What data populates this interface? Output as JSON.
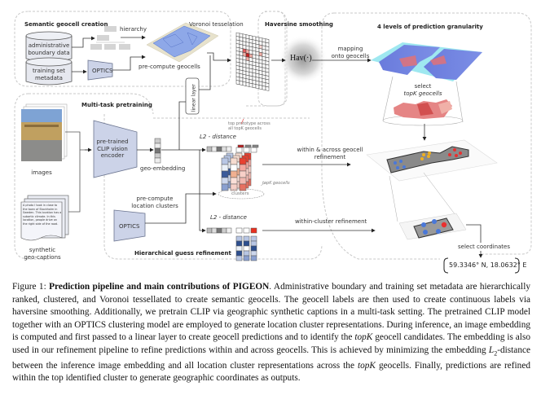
{
  "figure": {
    "sections": {
      "semantic_geocell": "Semantic geocell creation",
      "voronoi": "Voronoi tesselation",
      "haversine": "Haversine smoothing",
      "granularity": "4 levels of prediction granularity",
      "multitask": "Multi-task pretraining",
      "hierarchical": "Hierarchical guess refinement"
    },
    "labels": {
      "admin_data_1": "administrative",
      "admin_data_2": "boundary data",
      "training_meta_1": "training set",
      "training_meta_2": "metadata",
      "optics_top": "OPTICS",
      "hierarchy": "hierarchy",
      "precompute_geocells": "pre-compute geocells",
      "hav": "Hav(·)",
      "linear_layer": "linear layer",
      "mapping_1": "mapping",
      "mapping_2": "onto geocells",
      "select_topk_1": "select",
      "select_topk_2": "topK geocells",
      "images": "images",
      "synthetic_1": "synthetic",
      "synthetic_2": "geo-captions",
      "clip_1": "pre-trained",
      "clip_2": "CLIP vision",
      "clip_3": "encoder",
      "geo_embedding": "geo-embedding",
      "l2_distance_top": "L2 - distance",
      "l2_distance_bottom": "L2 - distance",
      "top_prototype_1": "top prototype across",
      "top_prototype_2": "all topK geocells",
      "topk_geocells": "topK geocells",
      "clusters": "clusters",
      "precompute_clusters_1": "pre-compute",
      "precompute_clusters_2": "location clusters",
      "optics_bottom": "OPTICS",
      "within_across_1": "within & across geocell",
      "within_across_2": "refinement",
      "within_cluster": "within-cluster refinement",
      "select_coords": "select coordinates",
      "coordinates": "59.3346° N, 18.0632° E"
    },
    "caption_text": "A photo I took in close to the town of Stockholm in Sweden. This location has a subartic climate. In this location, people drive on the right side of the road."
  },
  "caption": {
    "label": "Figure 1: ",
    "title": "Prediction pipeline and main contributions of PIGEON",
    "p1": ". Administrative boundary and training set metadata are hierarchically ranked, clustered, and Voronoi tessellated to create semantic geocells. The geocell labels are then used to create continuous labels via haversine smoothing. Additionally, we pretrain CLIP via geographic synthetic captions in a multi-task setting. The pretrained CLIP model together with an OPTICS clustering model are employed to generate location cluster representations. During inference, an image embedding is computed and first passed to a linear layer to create geocell predictions and to identify the ",
    "topk1": "topK",
    "p2": " geocell candidates. The embedding is also used in our refinement pipeline to refine predictions within and across geocells. This is achieved by minimizing the embedding ",
    "l2": "L",
    "l2sub": "2",
    "p3": "-distance between the inference image embedding and all location cluster representations across the ",
    "topk2": "topK",
    "p4": " geocells. Finally, predictions are refined within the top identified cluster to generate geographic coordinates as outputs."
  }
}
